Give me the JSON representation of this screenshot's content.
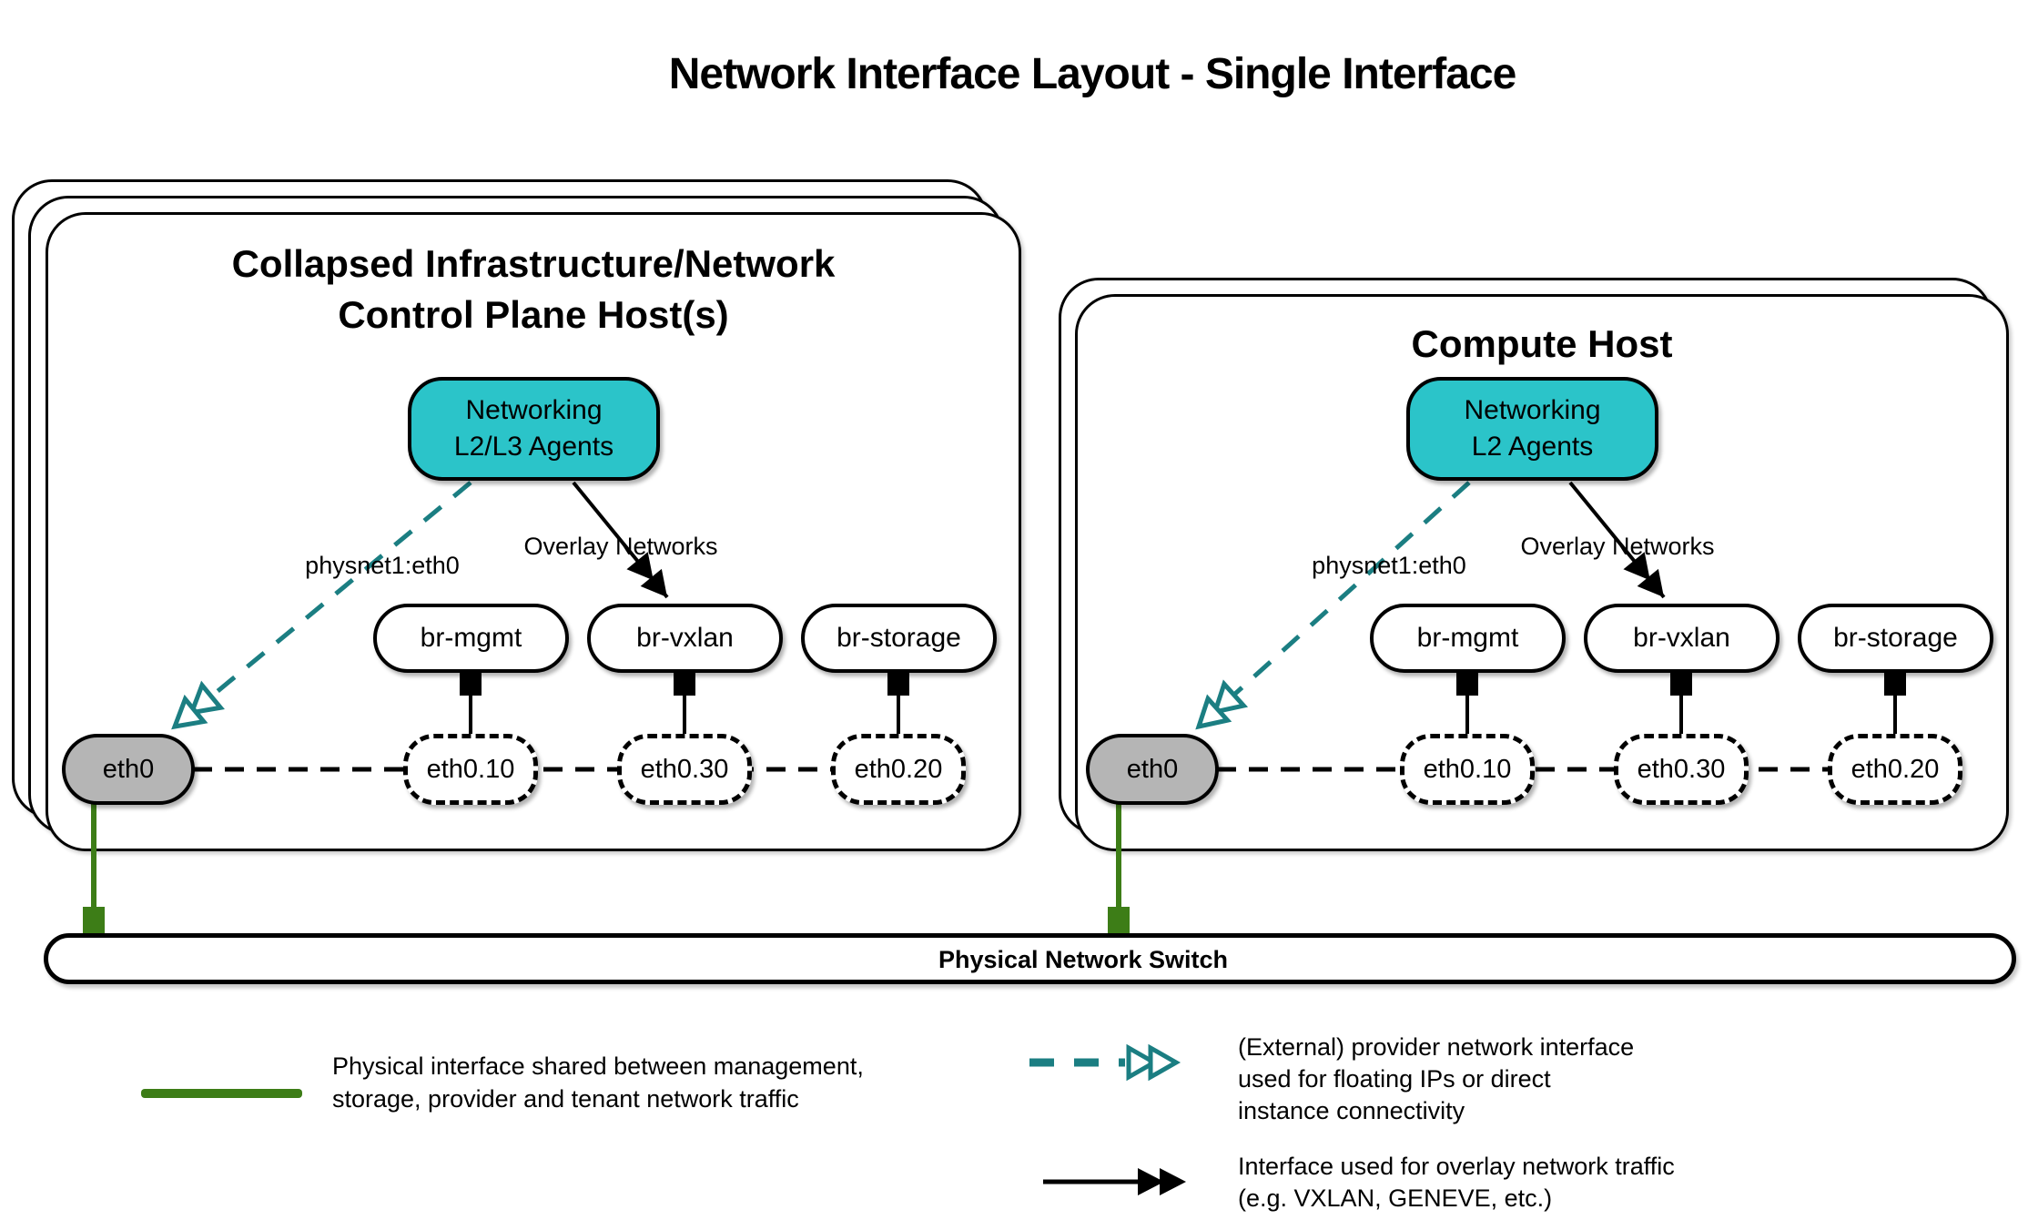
{
  "title": "Network Interface Layout - Single Interface",
  "hosts": [
    {
      "name": "control-plane-host",
      "title_lines": [
        "Collapsed Infrastructure/Network",
        "Control Plane Host(s)"
      ],
      "agent_lines": [
        "Networking",
        "L2/L3 Agents"
      ],
      "provider_edge_label": "physnet1:eth0",
      "overlay_edge_label": "Overlay Networks",
      "bridges": [
        "br-mgmt",
        "br-vxlan",
        "br-storage"
      ],
      "vlan_interfaces": [
        "eth0.10",
        "eth0.30",
        "eth0.20"
      ],
      "physical_interface": "eth0"
    },
    {
      "name": "compute-host",
      "title_lines": [
        "Compute Host"
      ],
      "agent_lines": [
        "Networking",
        "L2 Agents"
      ],
      "provider_edge_label": "physnet1:eth0",
      "overlay_edge_label": "Overlay Networks",
      "bridges": [
        "br-mgmt",
        "br-vxlan",
        "br-storage"
      ],
      "vlan_interfaces": [
        "eth0.10",
        "eth0.30",
        "eth0.20"
      ],
      "physical_interface": "eth0"
    }
  ],
  "switch": {
    "label": "Physical Network Switch"
  },
  "legend": [
    {
      "swatch": "green-solid-line",
      "lines": [
        "Physical interface shared between management,",
        "storage, provider and tenant network traffic"
      ]
    },
    {
      "swatch": "teal-dashed-double-arrow",
      "lines": [
        "(External) provider network interface",
        "used for floating IPs or direct",
        "instance connectivity"
      ]
    },
    {
      "swatch": "black-solid-double-arrow",
      "lines": [
        "Interface used for overlay network traffic",
        "(e.g. VXLAN, GENEVE, etc.)"
      ]
    }
  ],
  "colors": {
    "agent_fill": "#2bc4c9",
    "provider_arrow": "#1b7e82",
    "physical_line": "#3d7d17",
    "physical_interface_fill": "#b5b5b5",
    "outline": "#000000",
    "background": "#ffffff"
  }
}
